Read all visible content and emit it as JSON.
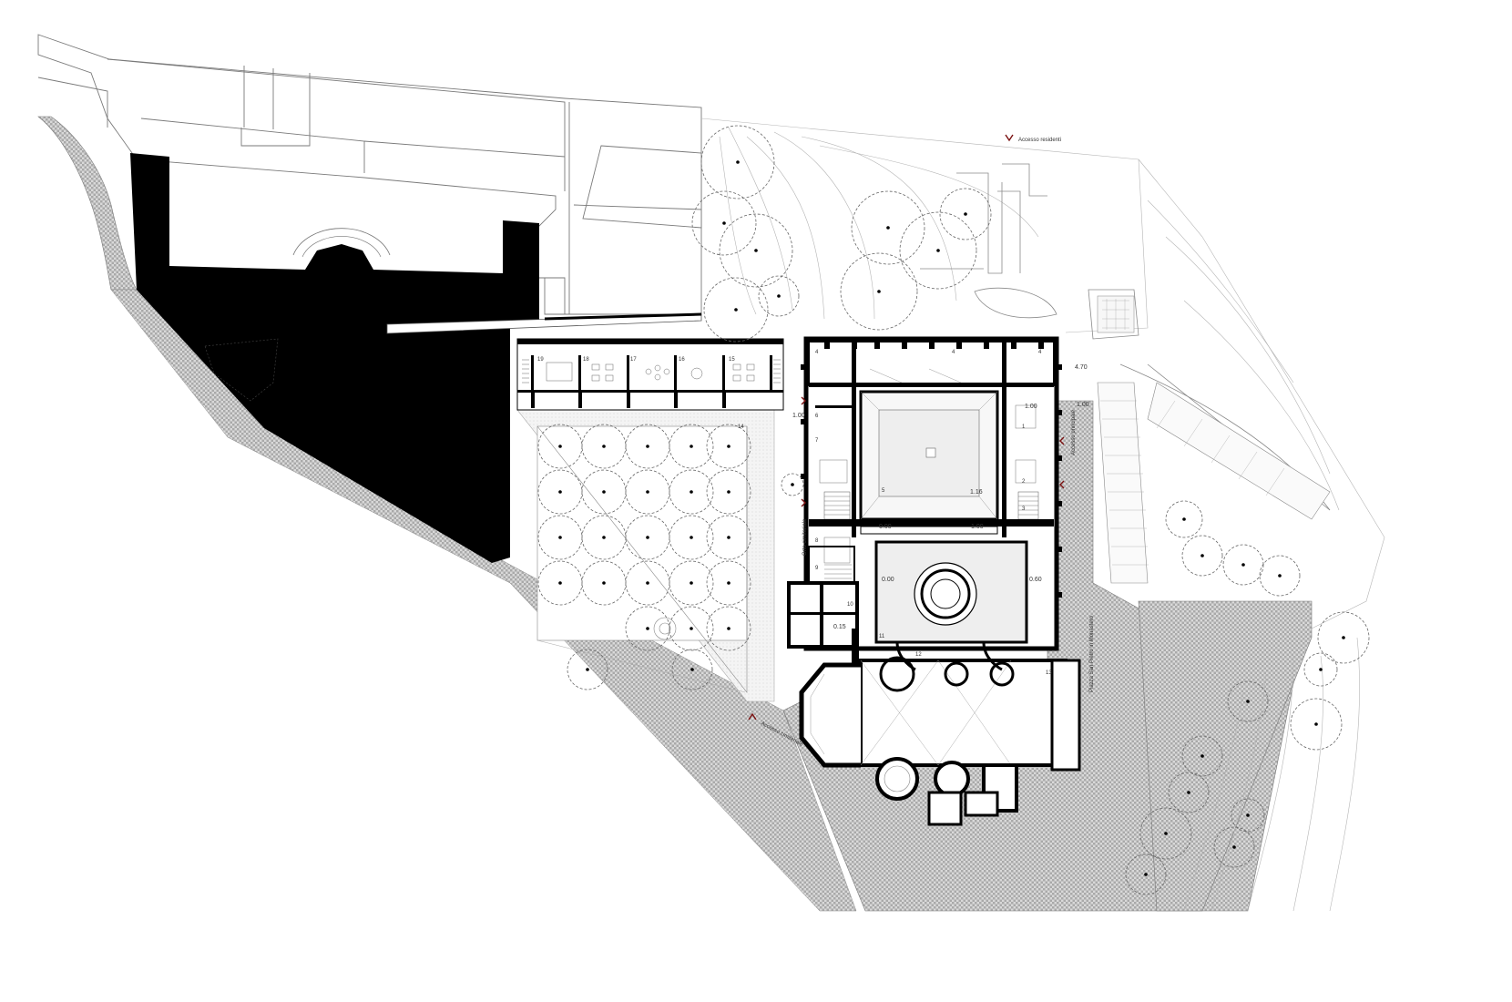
{
  "labels": {
    "accesso_residenti": "Accesso residenti",
    "accesso_principale": "Accesso principale",
    "accesso_cimiteriale": "Accesso cimiteriale",
    "orto_cimiteriale": "Orto cimiteriale",
    "piazza": "Piazza San Pietro in Monastero"
  },
  "levels": {
    "l470": "4.70",
    "l100a": "1.00",
    "l100b": "1.00",
    "l100c": "1.00",
    "l116": "1.16",
    "l000a": "0.00",
    "l000b": "0.00",
    "l100d": "1.00",
    "l060": "0.60",
    "l015": "0.15"
  },
  "rooms": {
    "r1": "1",
    "r2": "2",
    "r3": "3",
    "r4a": "4",
    "r4b": "4",
    "r4c": "4",
    "r5": "5",
    "r6": "6",
    "r7": "7",
    "r8": "8",
    "r9": "9",
    "r10": "10",
    "r11": "11",
    "r12": "12",
    "r13": "13",
    "r14": "14",
    "r15": "15",
    "r16": "16",
    "r17": "17",
    "r18": "18",
    "r19": "19"
  },
  "colors": {
    "ink": "#000000",
    "line": "#8a8a8a",
    "paving": "#bdbdbd",
    "courtyard": "#eeeeee",
    "accent": "#7a1010"
  }
}
